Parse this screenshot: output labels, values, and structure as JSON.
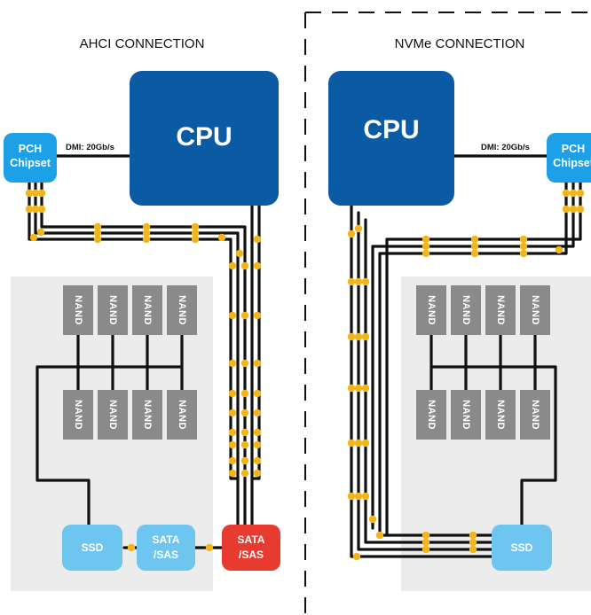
{
  "left_panel": {
    "title": "AHCI CONNECTION",
    "cpu_label": "CPU",
    "pch_label_line1": "PCH",
    "pch_label_line2": "Chipset",
    "dmi_label": "DMI: 20Gb/s",
    "nand_label": "NAND",
    "ssd_label": "SSD",
    "sata_inner_line1": "SATA",
    "sata_inner_line2": "/SAS",
    "sata_host_line1": "SATA",
    "sata_host_line2": "/SAS"
  },
  "right_panel": {
    "title": "NVMe CONNECTION",
    "cpu_label": "CPU",
    "pch_label_line1": "PCH",
    "pch_label_line2": "Chipset",
    "dmi_label": "DMI: 20Gb/s",
    "nand_label": "NAND",
    "ssd_label": "SSD"
  },
  "colors": {
    "cpu": "#0a5aa4",
    "pch": "#1ea0e6",
    "ssd": "#6ec6f0",
    "sata_host": "#e63b2e",
    "nand": "#8a8a8a",
    "panel_bg": "#ececec",
    "bus": "#111111",
    "signal_dot": "#f2b51c"
  }
}
